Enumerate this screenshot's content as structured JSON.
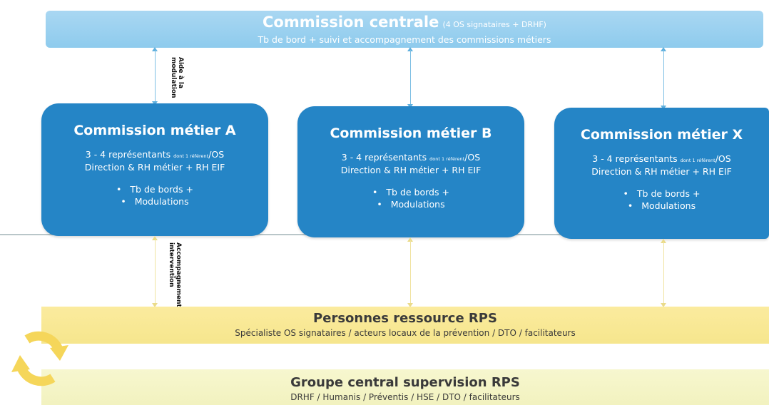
{
  "central": {
    "title": "Commission centrale",
    "subtitle": "(4 OS signataires + DRHF)",
    "line2": "Tb de bord + suivi et accompagnement des commissions métiers"
  },
  "connectors": {
    "label_top": [
      "Aide à la",
      "modulation"
    ],
    "label_bottom": [
      "Accompagnement",
      "intervention"
    ]
  },
  "commissions": [
    {
      "title": "Commission métier A",
      "rep_main": "3 - 4 représentants ",
      "rep_small": "dont 1 référent",
      "rep_end": "/OS",
      "direction": "Direction & RH métier + RH EIF",
      "bullets": [
        "Tb de bords +",
        "Modulations"
      ]
    },
    {
      "title": "Commission métier B",
      "rep_main": "3 - 4 représentants ",
      "rep_small": "dont 1 référent",
      "rep_end": "/OS",
      "direction": "Direction & RH métier + RH EIF",
      "bullets": [
        "Tb de bords +",
        "Modulations"
      ]
    },
    {
      "title": "Commission métier X",
      "rep_main": "3 - 4 représentants ",
      "rep_small": "dont 1 référent",
      "rep_end": "/OS",
      "direction": "Direction & RH métier + RH EIF",
      "bullets": [
        "Tb de bords +",
        "Modulations"
      ]
    }
  ],
  "rps": {
    "title": "Personnes ressource RPS",
    "subtitle": "Spécialiste OS signataires / acteurs locaux de la prévention / DTO / facilitateurs"
  },
  "groupe": {
    "title": "Groupe central supervision RPS",
    "subtitle": "DRHF / Humanis / Préventis / HSE / DTO / facilitateurs"
  },
  "colors": {
    "central": "#9ccfef",
    "commission": "#2585c6",
    "rps": "#f8e994",
    "groupe": "#f4f4c6",
    "cycle": "#f5d65a"
  },
  "icons": {
    "cycle": "refresh-cycle-icon"
  }
}
